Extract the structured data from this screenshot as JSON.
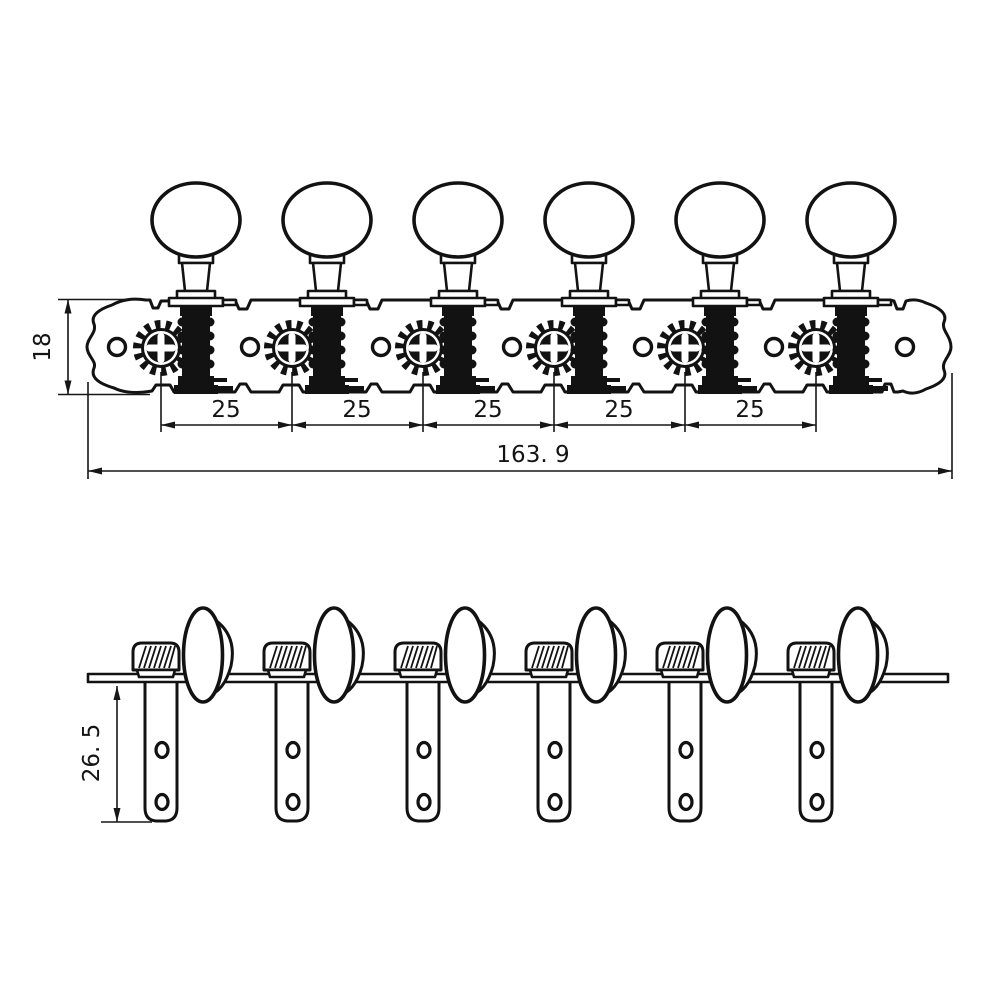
{
  "drawing": {
    "background": "#ffffff",
    "line_color": "#121212",
    "views": {
      "top_view": "machine head strip, plan view",
      "side_view": "machine head strip, side elevation"
    },
    "counts": {
      "tuners": 6,
      "plate_mount_holes": 7,
      "spacing_dimensions": 5,
      "holes_per_string_post": 2
    }
  },
  "dims": {
    "plate_width_label": "18",
    "spacing_labels": [
      "25",
      "25",
      "25",
      "25",
      "25"
    ],
    "overall_label": "163. 9",
    "post_height_label": "26. 5"
  }
}
